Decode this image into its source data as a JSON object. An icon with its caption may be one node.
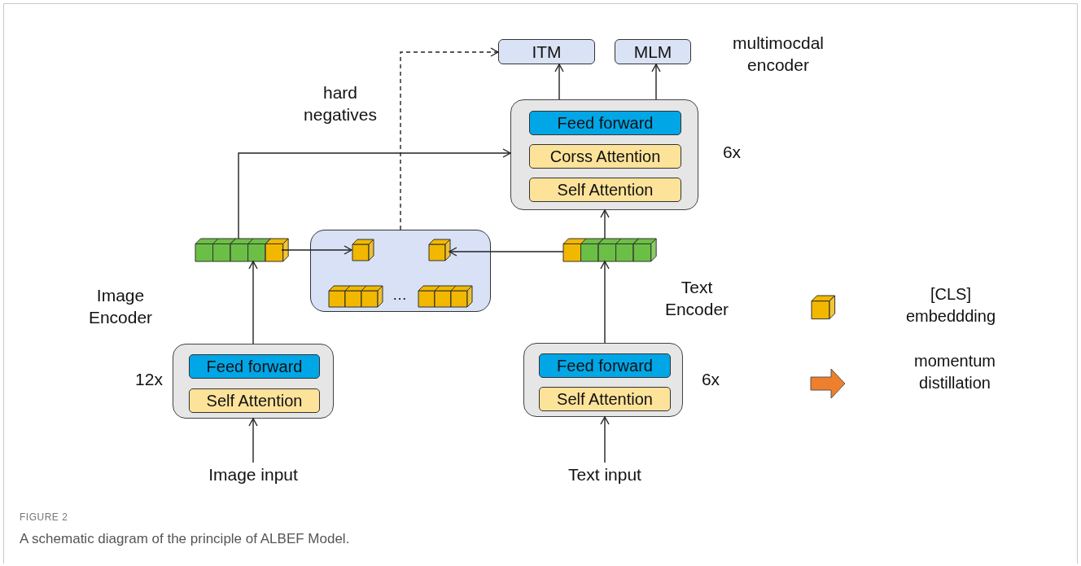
{
  "diagram": {
    "caption": "A schematic diagram of the principle of ALBEF Model.",
    "nodes": [
      {
        "text": [
          "ITM"
        ]
      },
      {
        "text": [
          "MLM"
        ]
      },
      {
        "text": [
          "multimocdal encoder"
        ],
        "beside": [
          "6x"
        ]
      },
      {
        "text": [
          "Feed forward"
        ],
        "in": 2
      },
      {
        "text": [
          "Corss Attention"
        ],
        "in": 2
      },
      {
        "text": [
          "Self Attention"
        ],
        "in": 2
      },
      {
        "text": [],
        "shape": "bar"
      },
      {
        "text": [],
        "shape": "box"
      },
      {
        "text": [],
        "shape": "box",
        "in": 7
      },
      {
        "text": [],
        "shape": "box",
        "in": 7
      },
      {
        "text": [],
        "shape": "bar"
      },
      {
        "text": [
          "Image Encoder"
        ],
        "beside": [
          "12x"
        ]
      },
      {
        "text": [
          "Feed forward"
        ],
        "in": 11
      },
      {
        "text": [
          "Self Attention"
        ],
        "in": 11
      },
      {
        "text": [
          "Text Encoder"
        ],
        "beside": [
          "6x"
        ]
      },
      {
        "text": [
          "Feed forward"
        ],
        "in": 14
      },
      {
        "text": [
          "Self Attention"
        ],
        "in": 14
      },
      {
        "text": [
          "Image input"
        ]
      },
      {
        "text": [
          "Text input"
        ]
      }
    ],
    "edges": [
      {
        "from": 17,
        "to": 11,
        "arrow": "to"
      },
      {
        "from": 18,
        "to": 14,
        "arrow": "to"
      },
      {
        "from": 11,
        "to": 6,
        "arrow": "to"
      },
      {
        "from": 14,
        "to": 10,
        "arrow": "to"
      },
      {
        "from": 6,
        "to": 8,
        "arrow": "to"
      },
      {
        "from": 10,
        "to": 9,
        "arrow": "to"
      },
      {
        "from": 6,
        "to": 2,
        "arrow": "to"
      },
      {
        "from": 10,
        "to": 2,
        "arrow": "to"
      },
      {
        "from": 7,
        "to": 0,
        "arrow": "to",
        "style": "dashed",
        "label": "hard negatives"
      },
      {
        "from": 2,
        "to": 0,
        "arrow": "to"
      },
      {
        "from": 2,
        "to": 1,
        "arrow": "to"
      }
    ],
    "labels": [
      "…",
      "FIGURE 2"
    ],
    "legend": [
      {
        "text": "[CLS] embeddding"
      },
      {
        "text": "momentum distillation"
      }
    ]
  }
}
